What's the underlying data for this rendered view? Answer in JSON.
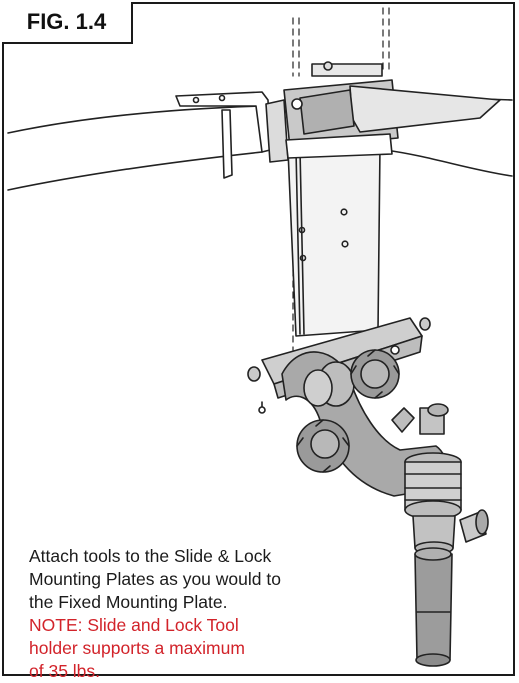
{
  "figure": {
    "label": "FIG. 1.4"
  },
  "caption": {
    "lines": [
      "Attach tools to the Slide & Lock",
      "Mounting Plates as you would to",
      "the Fixed Mounting Plate."
    ],
    "note_lines": [
      "NOTE: Slide and Lock Tool",
      "holder supports a maximum",
      "of 35 lbs."
    ],
    "note_color": "#d2232a"
  }
}
